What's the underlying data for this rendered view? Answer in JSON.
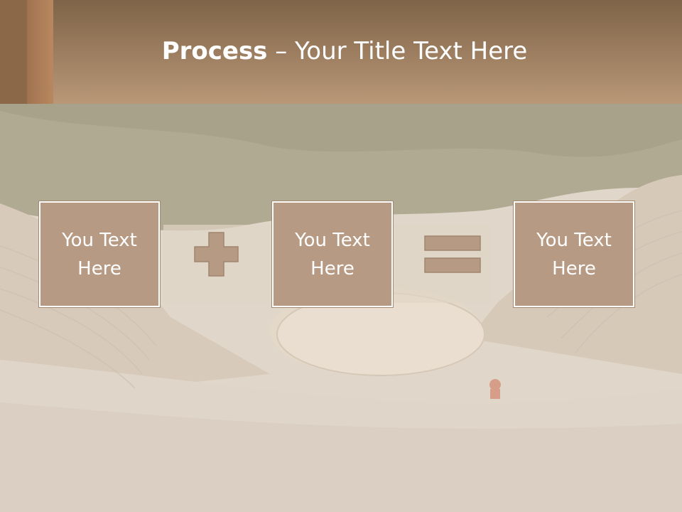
{
  "slide": {
    "title_bold": "Process",
    "title_rest": " – Your Title Text Here"
  },
  "process": {
    "steps": [
      {
        "line1": "You Text",
        "line2": "Here"
      },
      {
        "line1": "You Text",
        "line2": "Here"
      },
      {
        "line1": "You Text",
        "line2": "Here"
      }
    ],
    "operators": [
      "plus-icon",
      "equals-icon"
    ]
  },
  "colors": {
    "header_top": "#7e6448",
    "header_bottom": "#b89877",
    "box_fill": "#b79a83",
    "box_text": "#ffffff"
  }
}
